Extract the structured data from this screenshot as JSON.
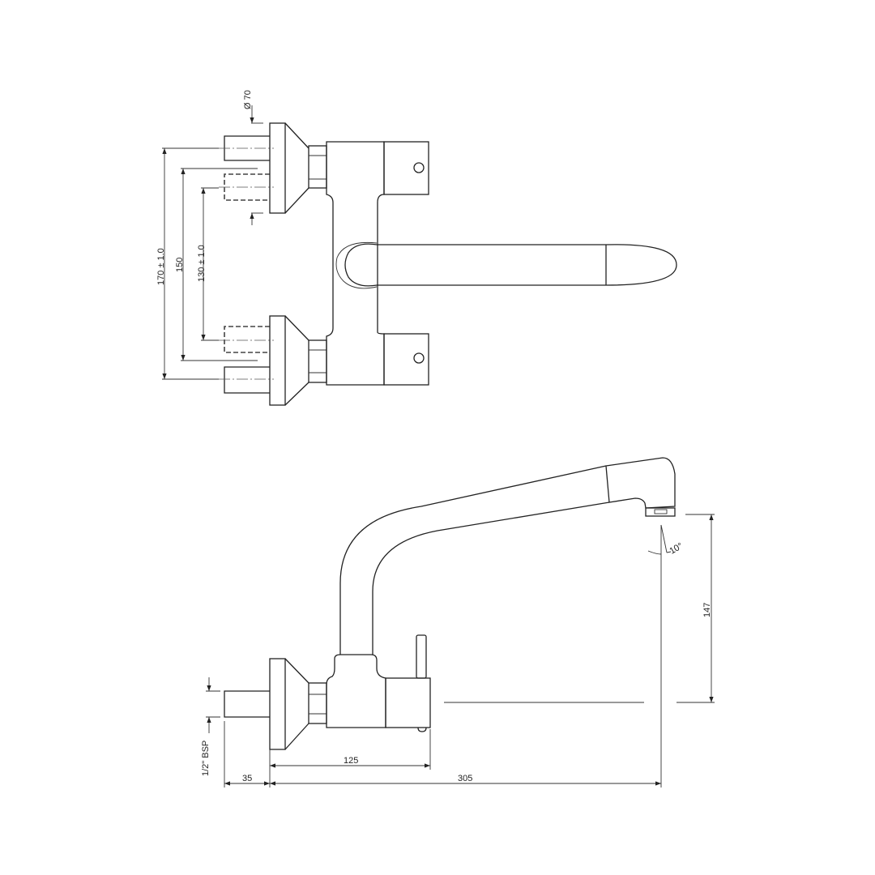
{
  "top_view": {
    "dim_diameter": "Ø 70",
    "dim_outer_spacing": "170 ± 1.0",
    "dim_mid_spacing": "150",
    "dim_inner_spacing": "130 ± 1.0"
  },
  "side_view": {
    "dim_thread": "1/2\" BSP",
    "dim_wall_offset": "35",
    "dim_body_depth": "125",
    "dim_projection": "305",
    "dim_height": "147",
    "dim_angle": "10°"
  },
  "colors": {
    "line": "#222222",
    "background": "#ffffff"
  }
}
